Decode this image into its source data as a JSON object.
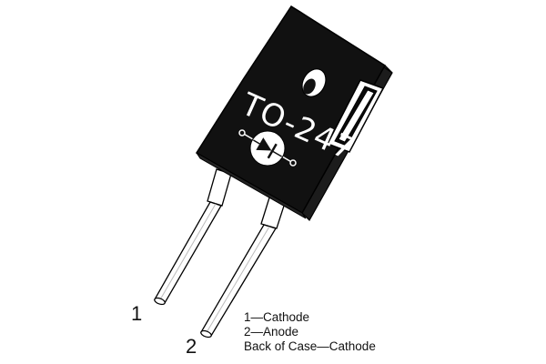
{
  "package": {
    "name": "TO-247",
    "symbol": "diode-symbol"
  },
  "pins": {
    "pin1_number": "1",
    "pin2_number": "2"
  },
  "legend": {
    "line1": "1—Cathode",
    "line2": "2—Anode",
    "line3": "Back of Case—Cathode"
  },
  "colors": {
    "body": "#111111",
    "leads": "#ffffff",
    "outline": "#000000",
    "background": "#ffffff"
  }
}
